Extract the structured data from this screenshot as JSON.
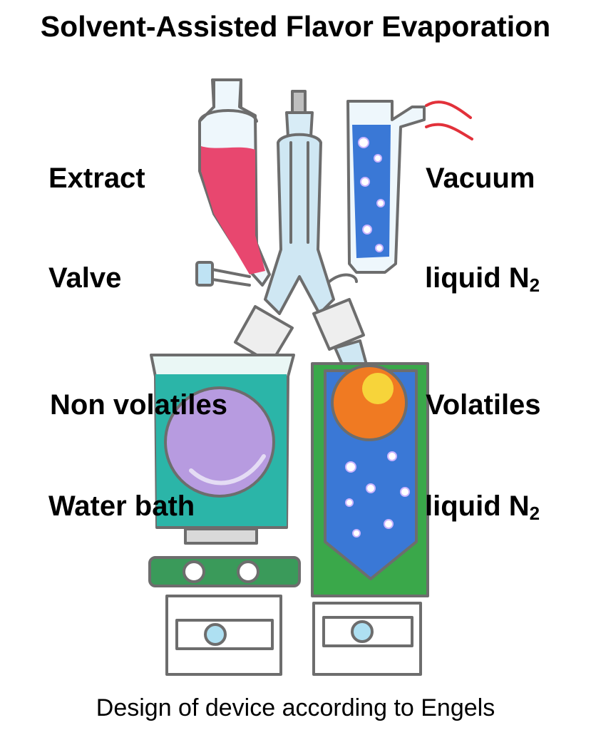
{
  "title": "Solvent-Assisted Flavor Evaporation",
  "caption": "Design of device according to Engels",
  "labels": {
    "extract": "Extract",
    "valve": "Valve",
    "non_volatiles": "Non volatiles",
    "water_bath": "Water bath",
    "vacuum": "Vacuum",
    "liquid_n2_top": "liquid N",
    "liquid_n2_top_sub": "2",
    "volatiles": "Volatiles",
    "liquid_n2_bottom": "liquid N",
    "liquid_n2_bottom_sub": "2"
  },
  "colors": {
    "extract_liquid": "#e8476f",
    "non_volatiles_flask": "#b79be0",
    "water_bath": "#2bb5a8",
    "liquid_nitrogen": "#3a78d6",
    "volatiles_flask": "#f07a22",
    "dewar_base": "#3aa84a",
    "glass_tint": "#7fc6e8",
    "vacuum_hose": "#e2313a",
    "pencil_outline": "#6d6d6d"
  }
}
